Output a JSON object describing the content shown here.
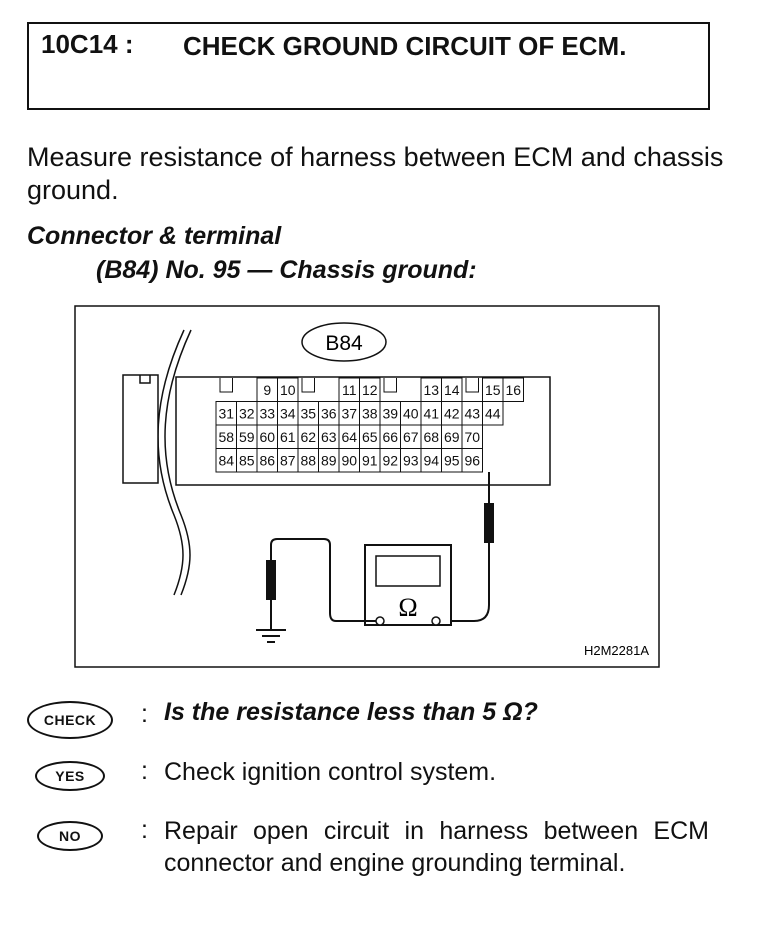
{
  "step": {
    "code": "10C14 :",
    "title": "CHECK GROUND CIRCUIT OF ECM."
  },
  "instruction": "Measure resistance of harness between ECM and chassis ground.",
  "connector": {
    "heading": "Connector & terminal",
    "detail": "(B84) No. 95 — Chassis ground:"
  },
  "figure": {
    "connector_label": "B84",
    "figure_id": "H2M2281A",
    "row1": [
      "9",
      "10",
      "11",
      "12",
      "13",
      "14",
      "15",
      "16"
    ],
    "row2": [
      "31",
      "32",
      "33",
      "34",
      "35",
      "36",
      "37",
      "38",
      "39",
      "40",
      "41",
      "42",
      "43",
      "44"
    ],
    "row3": [
      "58",
      "59",
      "60",
      "61",
      "62",
      "63",
      "64",
      "65",
      "66",
      "67",
      "68",
      "69",
      "70"
    ],
    "row4": [
      "84",
      "85",
      "86",
      "87",
      "88",
      "89",
      "90",
      "91",
      "92",
      "93",
      "94",
      "95",
      "96"
    ],
    "ohm_symbol": "Ω"
  },
  "badges": {
    "check": "CHECK",
    "yes": "YES",
    "no": "NO"
  },
  "colon": ":",
  "question": "Is the resistance less than 5 Ω?",
  "yes_answer": "Check ignition control system.",
  "no_answer": "Repair open circuit in harness between ECM connector and engine grounding terminal."
}
